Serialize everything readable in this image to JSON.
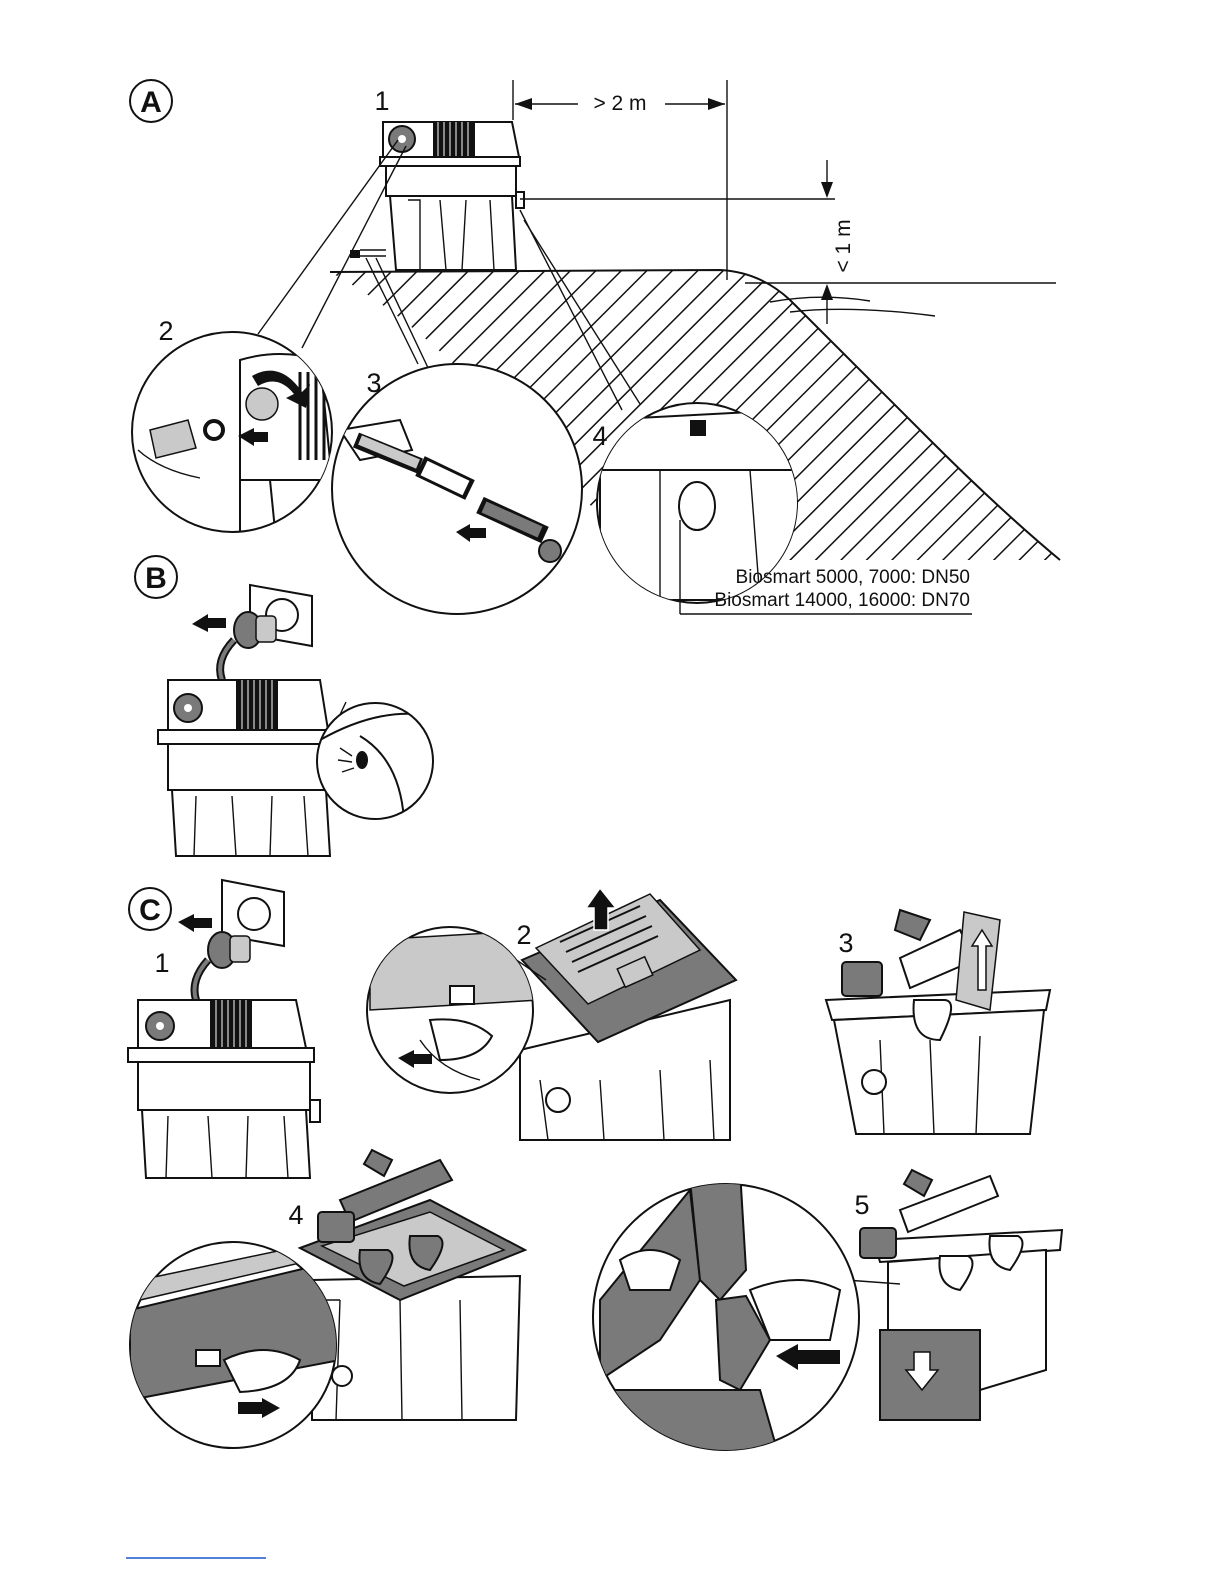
{
  "sections": {
    "A": {
      "letter": "A",
      "steps": [
        "1",
        "2",
        "3",
        "4"
      ],
      "distance_label": "> 2 m",
      "height_label": "< 1 m",
      "models": [
        "Biosmart 5000, 7000: DN50",
        "Biosmart 14000, 16000: DN70"
      ]
    },
    "B": {
      "letter": "B"
    },
    "C": {
      "letter": "C",
      "steps": [
        "1",
        "2",
        "3",
        "4",
        "5"
      ]
    }
  },
  "colors": {
    "line": "#111111",
    "fill_dark": "#7a7a7a",
    "fill_light": "#c9c9c9",
    "footer_link": "#1a56c8"
  },
  "icons": [
    "power-plug-icon",
    "wall-socket-icon",
    "filter-unit-icon",
    "hose-connector-icon",
    "push-arrow-icon"
  ]
}
